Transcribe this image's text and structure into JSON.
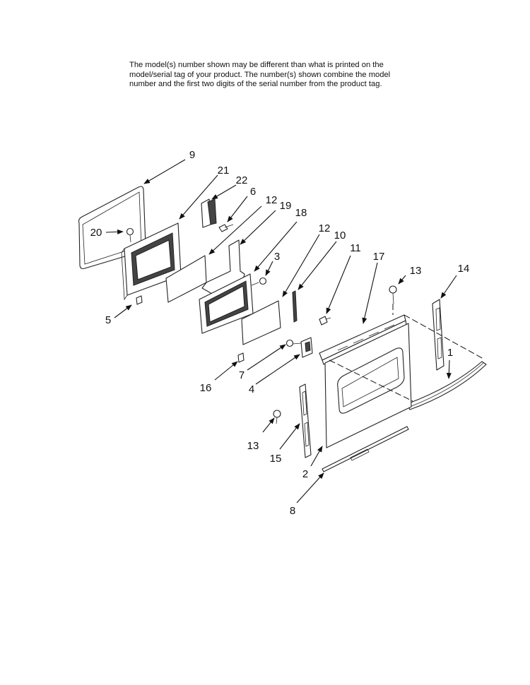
{
  "notice": {
    "line1": "The model(s) number shown may be different than what is printed on the",
    "line2": "model/serial tag of your product. The number(s) shown combine the model",
    "line3": "number and the first two digits of the serial number from the product tag."
  },
  "callouts": {
    "c9": "9",
    "c21": "21",
    "c22": "22",
    "c6": "6",
    "c12a": "12",
    "c19": "19",
    "c18": "18",
    "c20": "20",
    "c3": "3",
    "c5": "5",
    "c12b": "12",
    "c10": "10",
    "c11": "11",
    "c17": "17",
    "c13a": "13",
    "c14": "14",
    "c1": "1",
    "c16": "16",
    "c7": "7",
    "c4": "4",
    "c13b": "13",
    "c15": "15",
    "c2": "2",
    "c8": "8"
  },
  "colors": {
    "line": "#222222",
    "text": "#111111",
    "background": "#ffffff"
  }
}
